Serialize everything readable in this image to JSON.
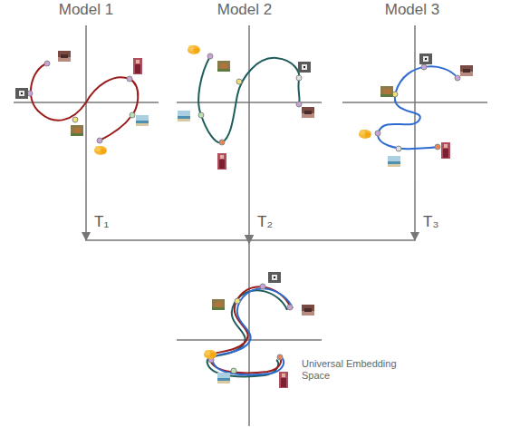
{
  "diagram": {
    "nodes": [
      {
        "text": [
          "Model 1"
        ]
      },
      {
        "text": [
          "Model 2"
        ]
      },
      {
        "text": [
          "Model 3"
        ]
      },
      {
        "text": [
          "Universal Embedding Space"
        ]
      }
    ],
    "edges": [
      {
        "from": 0,
        "to": 3,
        "arrow": "to",
        "label": "T₁"
      },
      {
        "from": 1,
        "to": 3,
        "arrow": "to",
        "label": "T₂"
      },
      {
        "from": 2,
        "to": 3,
        "arrow": "to",
        "label": "T₃"
      }
    ]
  }
}
